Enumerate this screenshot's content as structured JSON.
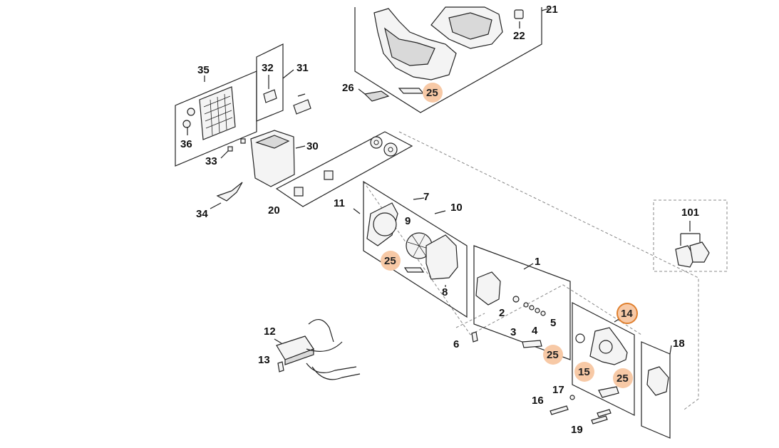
{
  "callouts": {
    "c1": "1",
    "c2": "2",
    "c3": "3",
    "c4": "4",
    "c5": "5",
    "c6": "6",
    "c7": "7",
    "c8": "8",
    "c9": "9",
    "c10": "10",
    "c11": "11",
    "c12": "12",
    "c13": "13",
    "c14": "14",
    "c15": "15",
    "c16": "16",
    "c17": "17",
    "c18": "18",
    "c19": "19",
    "c20": "20",
    "c21": "21",
    "c22": "22",
    "c25": "25",
    "c26": "26",
    "c30": "30",
    "c31": "31",
    "c32": "32",
    "c33": "33",
    "c34": "34",
    "c35": "35",
    "c36": "36",
    "c101": "101"
  },
  "colors": {
    "highlight_fill": "#f7c9a6",
    "highlight_ring": "#e0802f",
    "line": "#222222",
    "dashed": "#888888"
  }
}
